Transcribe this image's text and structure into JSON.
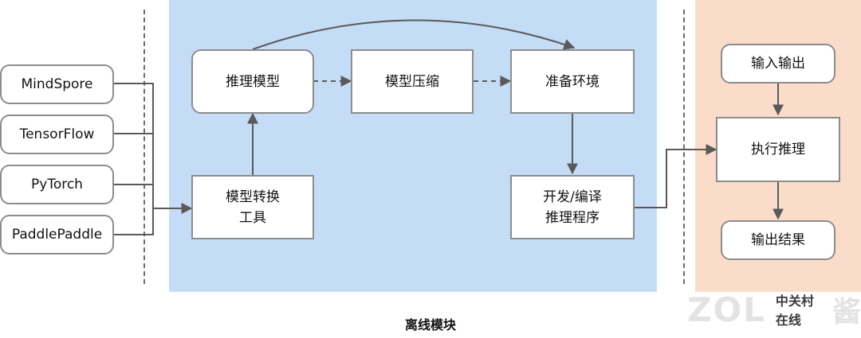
{
  "frameworks": [
    {
      "label": "MindSpore"
    },
    {
      "label": "TensorFlow"
    },
    {
      "label": "PyTorch"
    },
    {
      "label": "PaddlePaddle"
    }
  ],
  "offline": {
    "caption": "离线模块",
    "inference_model": "推理模型",
    "model_compression": "模型压缩",
    "prepare_env": "准备环境",
    "conversion_tool": "模型转换\n工具",
    "dev_compile": "开发/编译\n推理程序"
  },
  "online": {
    "input_output": "输入输出",
    "execute_inference": "执行推理",
    "output_result": "输出结果"
  },
  "watermark": {
    "brand": "ZOL",
    "text": "中关村在线",
    "mark": "酱"
  },
  "colors": {
    "offline_bg": "#c5dcf7",
    "online_bg": "#fbdccb",
    "border": "#8c8c8c",
    "arrow": "#5a5a5a"
  }
}
